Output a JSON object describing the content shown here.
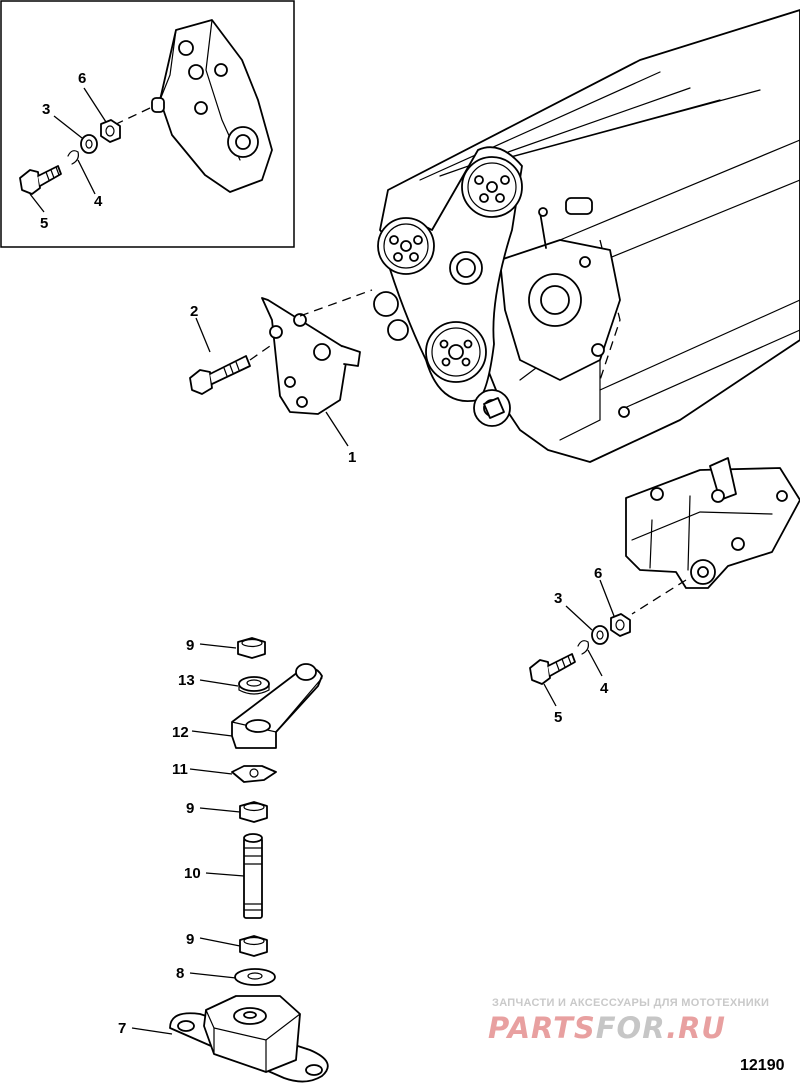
{
  "diagram": {
    "id_number": "12190",
    "callouts": {
      "inset_3": "3",
      "inset_4": "4",
      "inset_5": "5",
      "inset_6": "6",
      "main_1": "1",
      "main_2": "2",
      "right_3": "3",
      "right_4": "4",
      "right_5": "5",
      "right_6": "6",
      "mount_7": "7",
      "mount_8": "8",
      "mount_9a": "9",
      "mount_9b": "9",
      "mount_9c": "9",
      "mount_10": "10",
      "mount_11": "11",
      "mount_12": "12",
      "mount_13": "13"
    }
  },
  "watermark": {
    "tagline": "ЗАПЧАСТИ И АКСЕССУАРЫ ДЛЯ МОТОТЕХНИКИ",
    "brand_left": "PARTS",
    "brand_mid": "FOR",
    "brand_right": ".RU",
    "colors": {
      "brand": "#e8a0a0",
      "gray": "#c6c6c6"
    }
  }
}
